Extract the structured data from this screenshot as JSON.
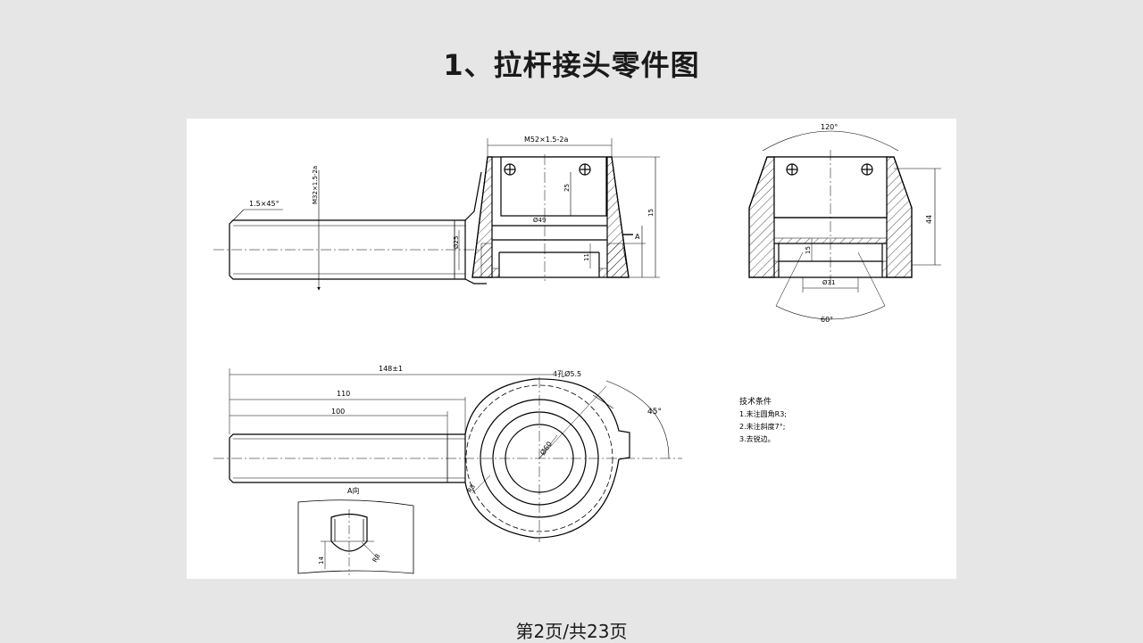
{
  "slide": {
    "title": "1、拉杆接头零件图",
    "page_indicator": "第2页/共23页"
  },
  "drawing": {
    "chamfer_label": "1.5×45°",
    "thread_label": "M32×1.5-2a",
    "top_thread_label": "M52×1.5-2a",
    "angle_top": "120°",
    "angle_bottom": "60°",
    "angle_45": "45°",
    "dim_25": "25",
    "dim_ø25": "Ø25",
    "dim_ø49": "Ø49",
    "dim_ø31": "Ø31",
    "dim_44": "44",
    "dim_15": "15",
    "dim_11": "11",
    "dim_14": "14",
    "dim_148": "148±1",
    "dim_110": "110",
    "dim_100": "100",
    "holes_label": "4孔Ø5.5",
    "dim_ø60": "Ø60",
    "view_a_label": "A向",
    "section_marker": "A",
    "r8_label": "R8",
    "tech_title": "技术条件",
    "tech_lines": [
      "1.未注圆角R3;",
      "2.未注斜度7°;",
      "3.去锐边。"
    ]
  }
}
